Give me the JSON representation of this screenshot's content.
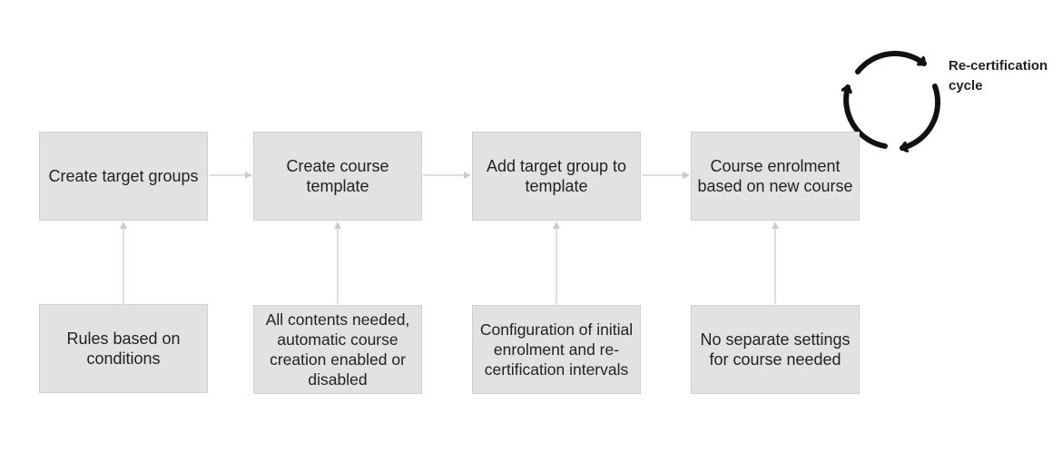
{
  "flow": {
    "steps": [
      {
        "label": "Create target groups"
      },
      {
        "label": "Create course template"
      },
      {
        "label": "Add target group to template"
      },
      {
        "label": "Course enrolment based on new course"
      }
    ],
    "details": [
      {
        "label": "Rules based on conditions"
      },
      {
        "label": "All contents needed, automatic course creation enabled or disabled"
      },
      {
        "label": "Configuration of initial enrolment and re-certification intervals"
      },
      {
        "label": "No separate settings for course needed"
      }
    ]
  },
  "cycle": {
    "label": "Re-certification cycle",
    "icon": "cycle-arrows-icon"
  },
  "colors": {
    "box_fill": "#e2e2e2",
    "box_border": "#cfcfcf",
    "connector": "#cccccc",
    "cycle_icon": "#111111",
    "text": "#222222"
  }
}
